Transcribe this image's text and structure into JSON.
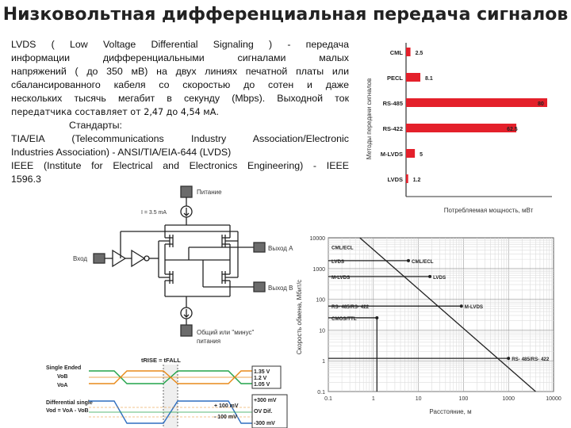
{
  "title": "Низковольтная дифференциальная передача сигналов",
  "body": {
    "lines": [
      "LVDS ( Low Voltage Differential Signaling ) - передача",
      "информации дифференциальными сигналами малых",
      "напряжений ( до 350 мВ) на двух линиях печатной платы или",
      "сбалансированного кабеля со скоростью до сотен и даже",
      "нескольких тысячь мегабит в секунду (Mbps). Выходной ток"
    ],
    "line6": "передатчика составляет от 2,47 до 4,54 мА.",
    "standards_heading": "Стандарты:",
    "tia_lines": [
      "TIA/EIA (Telecommunications Industry Association/Electronic",
      "Industries Association) - ANSI/TIA/EIA-644 (LVDS)",
      "IEEE (Institute for Electrical and Electronics Engineering) - IEEE",
      "1596.3"
    ]
  },
  "chart_data": [
    {
      "type": "bar",
      "orientation": "horizontal",
      "categories": [
        "CML",
        "PECL",
        "RS-485",
        "RS-422",
        "M-LVDS",
        "LVDS"
      ],
      "values": [
        2.5,
        8.1,
        80,
        62.5,
        5,
        1.2
      ],
      "value_labels": [
        "2.5",
        "8.1",
        "80",
        "62.5",
        "5",
        "1.2"
      ],
      "xlabel": "Потребляемая мощность, мВт",
      "ylabel": "Методы передачи сигналов",
      "xlim": [
        0,
        80
      ],
      "bar_color": "#e4202b"
    },
    {
      "type": "line",
      "x_scale": "log",
      "y_scale": "log",
      "xlabel": "Расстояние, м",
      "ylabel": "Скорость обмена, Мбит/с",
      "xlim": [
        0.1,
        10000
      ],
      "ylim": [
        0.1,
        10000
      ],
      "x_ticks": [
        "0.1",
        "1",
        "10",
        "100",
        "1000",
        "10000"
      ],
      "y_ticks": [
        "10000",
        "1000",
        "100",
        "10",
        "1",
        "0.1"
      ],
      "grid": true,
      "diagonal": [
        [
          0.5,
          10000
        ],
        [
          4000,
          0.08
        ]
      ],
      "labels_on_axis": [
        {
          "text": "CML/ECL",
          "y": 5000
        },
        {
          "text": "LVDS",
          "y": 1800
        },
        {
          "text": "M-LVDS",
          "y": 550
        },
        {
          "text": "RS- 485/RS- 422",
          "y": 60
        },
        {
          "text": "CMOS/TTL",
          "y": 25
        }
      ],
      "labels_on_line": [
        {
          "text": "CML/ECL",
          "x": 6,
          "y": 1800
        },
        {
          "text": "LVDS",
          "x": 18,
          "y": 550
        },
        {
          "text": "M-LVDS",
          "x": 90,
          "y": 60
        },
        {
          "text": "RS- 485/RS- 422",
          "x": 1000,
          "y": 1.2
        }
      ],
      "segments": [
        {
          "y": 1800,
          "x_end": 6
        },
        {
          "y": 550,
          "x_end": 18
        },
        {
          "y": 60,
          "x_end": 90
        },
        {
          "y": 1.2,
          "x_end": 1000
        },
        {
          "y": 25,
          "x_end": 1.2
        }
      ]
    }
  ],
  "circuit": {
    "power_label": "Питание",
    "current_label": "I = 3.5 mA",
    "input_label": "Вход",
    "out_a_label": "Выход А",
    "out_b_label": "Выход В",
    "ground_label_1": "Общий или \"минус\"",
    "ground_label_2": "питания"
  },
  "waveform": {
    "trise_label": "tRISE = tFALL",
    "single_ended": "Single Ended",
    "vob": "VoB",
    "voa": "VoA",
    "differential_1": "Differential single",
    "differential_2": "Vod = VoA - VoB",
    "v_135": "1.35 V",
    "v_12": "1.2 V",
    "v_105": "1.05 V",
    "p300": "+300 mV",
    "p100": "+ 100 mV",
    "ov": "OV Dif.",
    "m100": "- 100 mV",
    "m300": "-300 mV"
  },
  "colors": {
    "bar": "#e4202b",
    "wave_green": "#22a34a",
    "wave_orange": "#e88a1a",
    "wave_blue": "#2f6fc0",
    "grey_box": "#6b6b6b"
  }
}
